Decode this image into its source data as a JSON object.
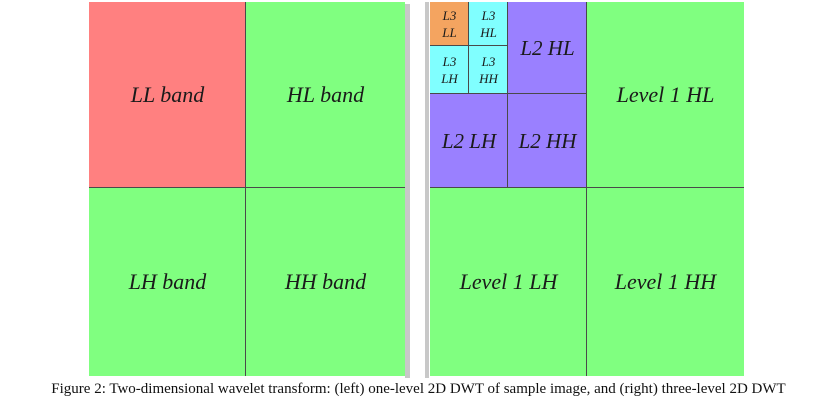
{
  "left": {
    "ll": "LL band",
    "hl": "HL band",
    "lh": "LH band",
    "hh": "HH band"
  },
  "right": {
    "l3_ll": [
      "L3",
      "LL"
    ],
    "l3_hl": [
      "L3",
      "HL"
    ],
    "l3_lh": [
      "L3",
      "LH"
    ],
    "l3_hh": [
      "L3",
      "HH"
    ],
    "l2_hl": "L2 HL",
    "l2_lh": "L2 LH",
    "l2_hh": "L2 HH",
    "l1_hl": "Level 1 HL",
    "l1_lh": "Level 1 LH",
    "l1_hh": "Level 1 HH"
  },
  "colors": {
    "ll_band": "#ff8080",
    "detail_band": "#80ff80",
    "l3_ll": "#f4a460",
    "l3_detail": "#80ffff",
    "l2_detail": "#9a80ff"
  },
  "caption": "Figure 2: Two-dimensional wavelet transform: (left) one-level 2D DWT of sample image, and (right) three-level 2D DWT"
}
